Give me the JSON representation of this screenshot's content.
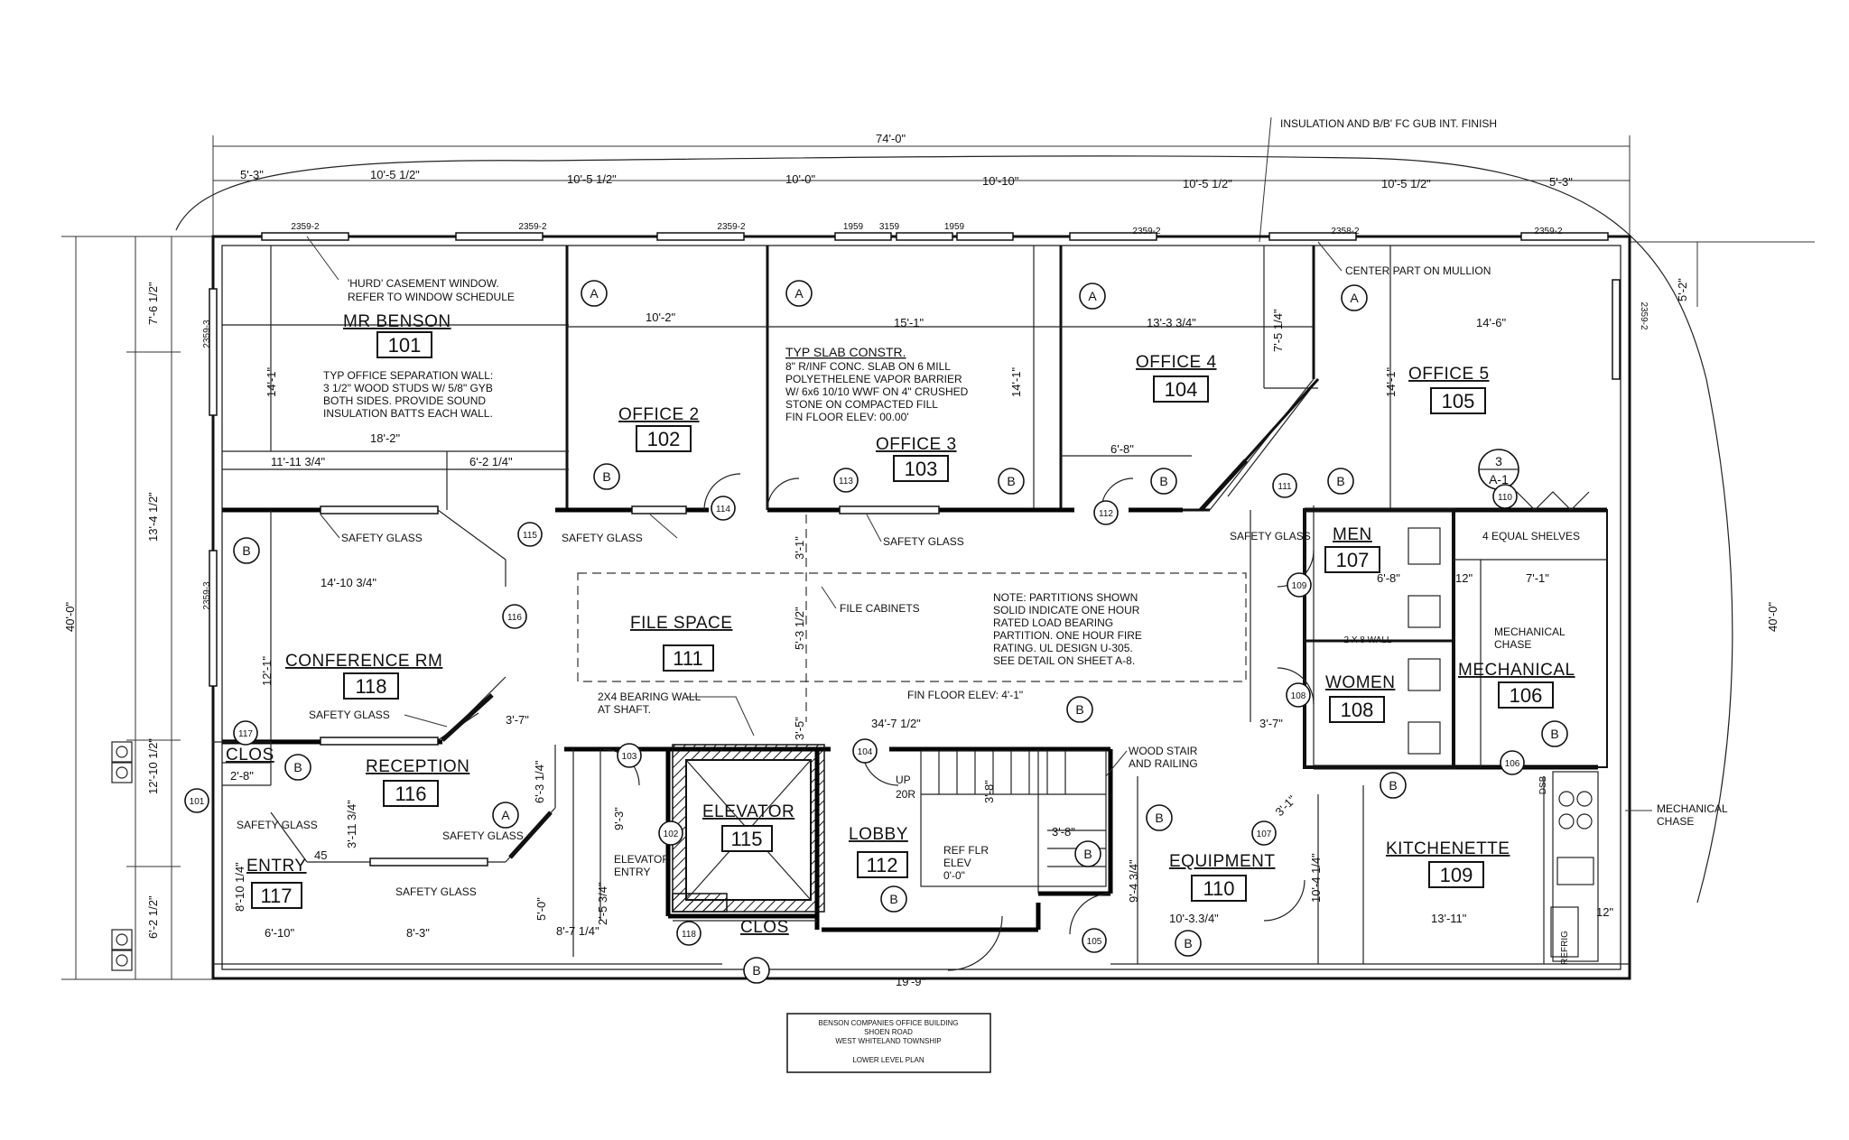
{
  "top_note": "INSULATION AND B/B' FC GUB INT. FINISH",
  "overall_dim": "74'-0\"",
  "top_dims": [
    "5'-3\"",
    "10'-5 1/2\"",
    "10'-5 1/2\"",
    "10'-0\"",
    "10'-10\"",
    "10'-5 1/2\"",
    "10'-5 1/2\"",
    "5'-3\""
  ],
  "windows": [
    "2359-2",
    "2359-2",
    "2359-2",
    "1959",
    "3159",
    "1959",
    "2359-2",
    "2358-2",
    "2359-2",
    "2359-3",
    "2359-3",
    "2359-2"
  ],
  "left_dims": [
    "7'-6 1/2\"",
    "13'-4 1/2\"",
    "40'-0\"",
    "12'-10 1/2\"",
    "6'-2 1/2\""
  ],
  "right_dims": [
    "5'-2\"",
    "40'-0\""
  ],
  "rooms": {
    "benson": {
      "name": "MR BENSON",
      "num": "101"
    },
    "office2": {
      "name": "OFFICE 2",
      "num": "102"
    },
    "office3": {
      "name": "OFFICE 3",
      "num": "103"
    },
    "office4": {
      "name": "OFFICE 4",
      "num": "104"
    },
    "office5": {
      "name": "OFFICE 5",
      "num": "105"
    },
    "mechanical": {
      "name": "MECHANICAL",
      "num": "106"
    },
    "men": {
      "name": "MEN",
      "num": "107"
    },
    "women": {
      "name": "WOMEN",
      "num": "108"
    },
    "kitchenette": {
      "name": "KITCHENETTE",
      "num": "109"
    },
    "equipment": {
      "name": "EQUIPMENT",
      "num": "110"
    },
    "filespace": {
      "name": "FILE SPACE",
      "num": "111"
    },
    "lobby": {
      "name": "LOBBY",
      "num": "112"
    },
    "elevator": {
      "name": "ELEVATOR",
      "num": "115"
    },
    "reception": {
      "name": "RECEPTION",
      "num": "116"
    },
    "entry": {
      "name": "ENTRY",
      "num": "117"
    },
    "conference": {
      "name": "CONFERENCE RM",
      "num": "118"
    },
    "clos1": {
      "name": "CLOS"
    },
    "clos2": {
      "name": "CLOS"
    }
  },
  "notes": {
    "casement": [
      "'HURD' CASEMENT WINDOW.",
      "REFER TO WINDOW SCHEDULE"
    ],
    "mullion": "CENTER PART ON MULLION",
    "sep_wall": [
      "TYP OFFICE SEPARATION WALL:",
      "3 1/2\" WOOD STUDS W/ 5/8\" GYB",
      "BOTH SIDES. PROVIDE SOUND",
      "INSULATION BATTS EACH WALL."
    ],
    "slab_title": "TYP SLAB CONSTR.",
    "slab": [
      "8\" R/INF CONC. SLAB ON 6 MILL",
      "POLYETHELENE VAPOR BARRIER",
      "W/ 6x6 10/10 WWF ON 4\" CRUSHED",
      "STONE ON COMPACTED FILL",
      "FIN FLOOR ELEV: 00.00'"
    ],
    "partition": [
      "NOTE: PARTITIONS SHOWN",
      "SOLID INDICATE ONE HOUR",
      "RATED LOAD BEARING",
      "PARTITION. ONE HOUR FIRE",
      "RATING. UL DESIGN U-305.",
      "SEE DETAIL ON SHEET A-8."
    ],
    "safety_glass": "SAFETY GLASS",
    "file_cabinets": "FILE CABINETS",
    "bearing_wall": [
      "2X4 BEARING WALL",
      "AT SHAFT."
    ],
    "fin_floor": "FIN FLOOR ELEV: 4'-1\"",
    "wood_stair": [
      "WOOD STAIR",
      "AND RAILING"
    ],
    "equal_shelves": "4 EQUAL SHELVES",
    "mech_chase": [
      "MECHANICAL",
      "CHASE"
    ],
    "wall_2x8": "2 X 8 WALL",
    "elevator_entry": [
      "ELEVATOR",
      "ENTRY"
    ],
    "ref_flr": [
      "REF FLR",
      "ELEV",
      "0'-0\""
    ],
    "up": [
      "UP",
      "20R"
    ],
    "a1_ref": [
      "3",
      "A-1"
    ],
    "refrig": "REFRIG",
    "dsb": "DSB"
  },
  "inner_dims": {
    "d1": "10'-2\"",
    "d2": "15'-1\"",
    "d3": "13'-3 3/4\"",
    "d4": "14'-6\"",
    "d5": "14'-1\"",
    "d6": "14'-1\"",
    "d7": "14'-1\"",
    "d8": "7'-5 1/4\"",
    "d9": "18'-2\"",
    "d10": "11'-11 3/4\"",
    "d11": "6'-2 1/4\"",
    "d12": "6'-8\"",
    "d13": "14'-10 3/4\"",
    "d14": "12'-1\"",
    "d15": "3'-7\"",
    "d16": "34'-7 1/2\"",
    "d17": "3'-7\"",
    "d18": "6'-8\"",
    "d19": "7'-1\"",
    "d20": "12\"",
    "d21": "3'-5\"",
    "d22": "3'-1\"",
    "d23": "5'-3 1/2\"",
    "d24": "2'-8\"",
    "d25": "6'-3 1/4\"",
    "d26": "3'-11 3/4\"",
    "d27": "8'-10 1/4\"",
    "d28": "6'-10\"",
    "d29": "8'-3\"",
    "d30": "5'-0\"",
    "d31": "8'-7 1/4\"",
    "d32": "2'-5 3/4\"",
    "d33": "9'-3\"",
    "d34": "3'-8\"",
    "d35": "3'-8\"",
    "d36": "9'-4 3/4\"",
    "d37": "10'-3.3/4\"",
    "d38": "10'-4 1/4\"",
    "d39": "13'-11\"",
    "d40": "19'-9\"",
    "d41": "3'-1\"",
    "d42": "12\"",
    "d43": "45"
  },
  "door_tags": [
    "101",
    "102",
    "103",
    "104",
    "105",
    "106",
    "107",
    "108",
    "109",
    "110",
    "111",
    "112",
    "113",
    "114",
    "115",
    "116",
    "117",
    "118"
  ],
  "marker_a": "A",
  "marker_b": "B",
  "title_block": [
    "BENSON COMPANIES OFFICE BUILDING",
    "SHOEN ROAD",
    "WEST WHITELAND TOWNSHIP",
    "LOWER LEVEL PLAN"
  ]
}
